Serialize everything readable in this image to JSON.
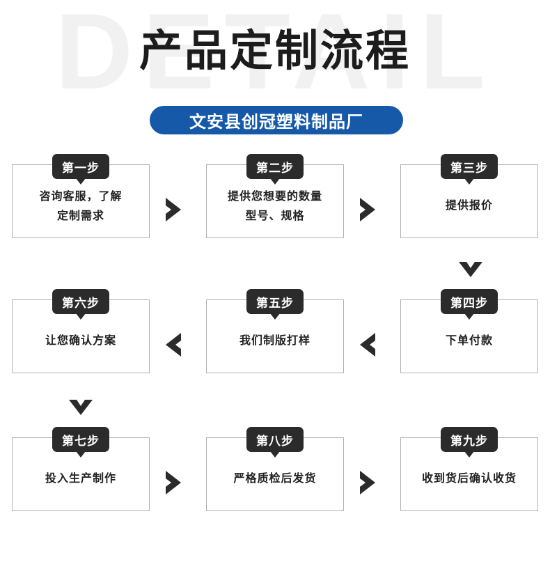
{
  "header": {
    "watermark": "DETAIL",
    "title": "产品定制流程",
    "company": "文安县创冠塑料制品厂",
    "pill_color": "#1559a8"
  },
  "flow": {
    "badge_color": "#2b2b2b",
    "card_border_color": "#b0b0b0",
    "rows": [
      {
        "direction": "right",
        "steps": [
          {
            "badge": "第一步",
            "lines": [
              "咨询客服，了解",
              "定制需求"
            ]
          },
          {
            "badge": "第二步",
            "lines": [
              "提供您想要的数量",
              "型号、规格"
            ]
          },
          {
            "badge": "第三步",
            "lines": [
              "提供报价"
            ]
          }
        ],
        "arrows": [
          "chevron-right",
          "chevron-right"
        ]
      },
      {
        "direction": "left",
        "steps": [
          {
            "badge": "第六步",
            "lines": [
              "让您确认方案"
            ]
          },
          {
            "badge": "第五步",
            "lines": [
              "我们制版打样"
            ]
          },
          {
            "badge": "第四步",
            "lines": [
              "下单付款"
            ]
          }
        ],
        "arrows": [
          "chevron-left",
          "chevron-left"
        ]
      },
      {
        "direction": "right",
        "steps": [
          {
            "badge": "第七步",
            "lines": [
              "投入生产制作"
            ]
          },
          {
            "badge": "第八步",
            "lines": [
              "严格质检后发货"
            ]
          },
          {
            "badge": "第九步",
            "lines": [
              "收到货后确认收货"
            ]
          }
        ],
        "arrows": [
          "chevron-right",
          "chevron-right"
        ]
      }
    ],
    "connectors": [
      {
        "icon": "chevron-down",
        "from": "第三步",
        "to": "第四步"
      },
      {
        "icon": "chevron-down",
        "from": "第六步",
        "to": "第七步"
      }
    ]
  }
}
